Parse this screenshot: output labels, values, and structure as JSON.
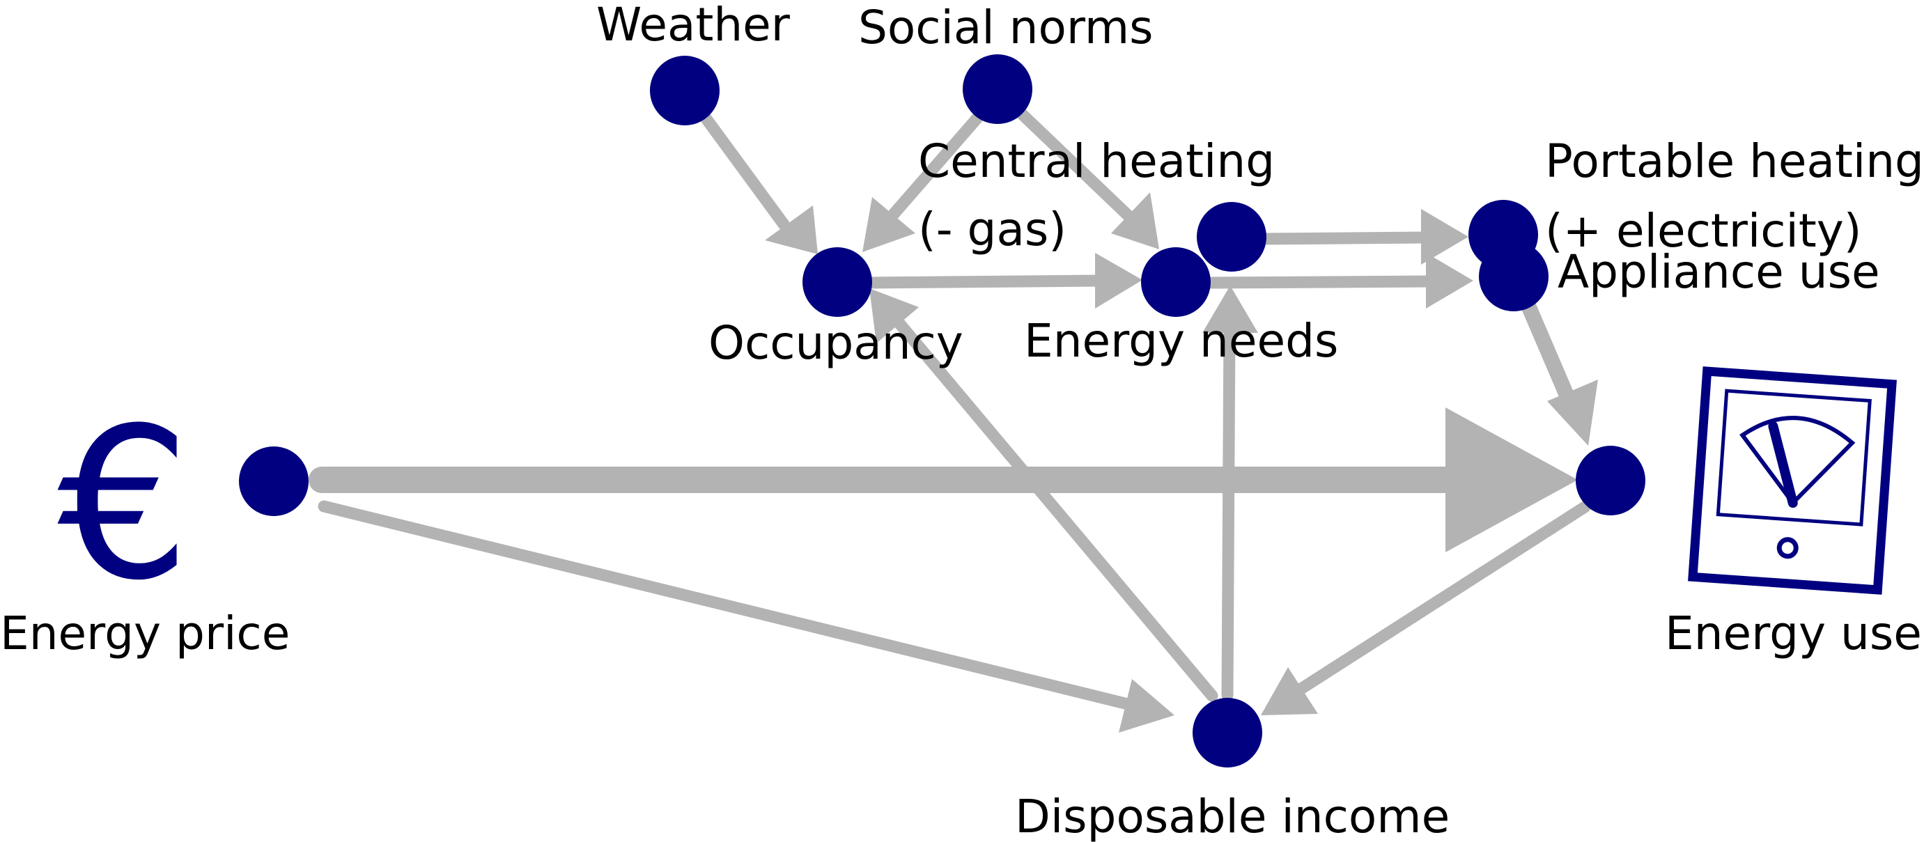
{
  "colors": {
    "node": "#000080",
    "edge": "#b3b3b3",
    "text": "#000000",
    "background": "#ffffff"
  },
  "icons": {
    "euro": "euro-sign-icon",
    "meter": "energy-meter-icon"
  },
  "euro_glyph": "€",
  "nodes": {
    "weather": "Weather",
    "social_norms": "Social norms",
    "central_heating_line1": "Central heating",
    "central_heating_line2": "(- gas)",
    "portable_heating_line1": "Portable heating",
    "portable_heating_line2": "(+ electricity)",
    "appliance_use": "Appliance use",
    "occupancy": "Occupancy",
    "energy_needs": "Energy needs",
    "energy_price": "Energy price",
    "energy_use": "Energy use",
    "disposable_income": "Disposable income"
  }
}
